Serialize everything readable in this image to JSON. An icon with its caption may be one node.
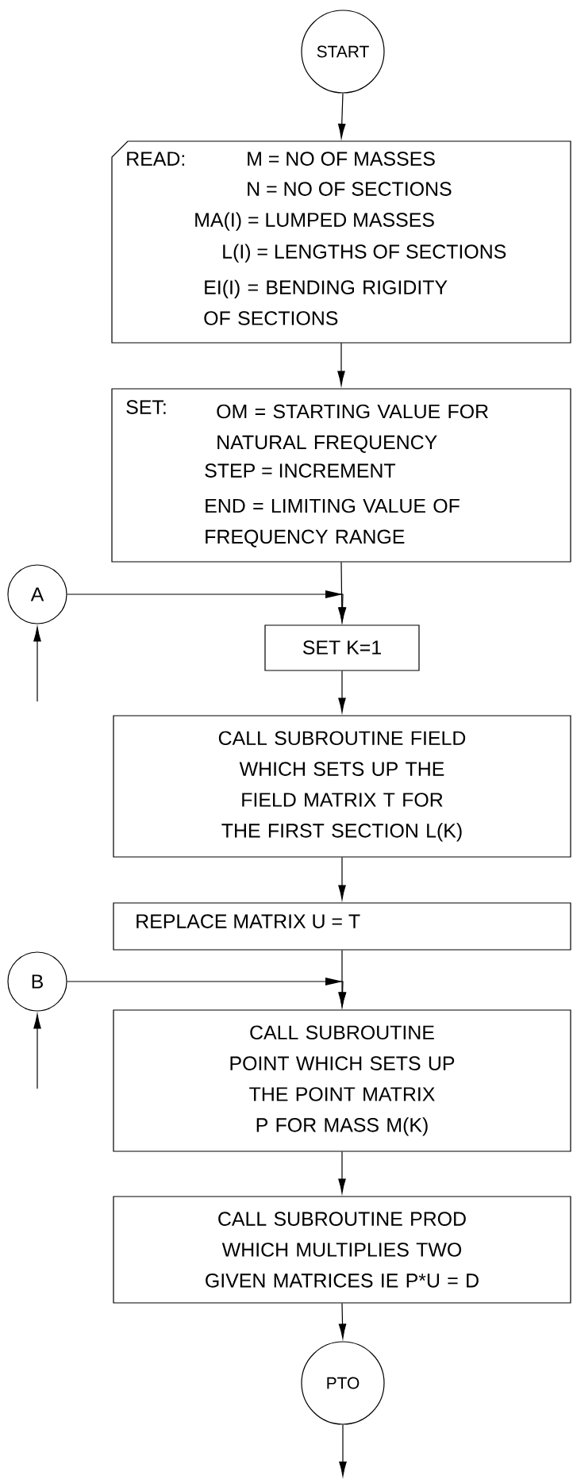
{
  "diagram": {
    "nodes": [
      {
        "text": [
          "START"
        ]
      },
      {
        "text": [
          "READ:",
          "M = NO OF MASSES",
          "N = NO OF SECTIONS",
          "MA(I) = LUMPED MASSES",
          "L(I) = LENGTHS OF SECTIONS",
          "EI(I) = BENDING RIGIDITY OF SECTIONS"
        ]
      },
      {
        "text": [
          "SET:",
          "OM = STARTING VALUE FOR NATURAL FREQUENCY",
          "STEP = INCREMENT",
          "END = LIMITING VALUE OF FREQUENCY RANGE"
        ]
      },
      {
        "text": [
          "A"
        ]
      },
      {
        "text": [
          "SET K=1"
        ]
      },
      {
        "text": [
          "CALL SUBROUTINE FIELD WHICH SETS UP THE FIELD MATRIX T FOR THE FIRST SECTION L(K)"
        ]
      },
      {
        "text": [
          "REPLACE MATRIX U = T"
        ]
      },
      {
        "text": [
          "B"
        ]
      },
      {
        "text": [
          "CALL SUBROUTINE POINT WHICH SETS UP THE POINT MATRIX P FOR MASS M(K)"
        ]
      },
      {
        "text": [
          "CALL SUBROUTINE PROD WHICH MULTIPLIES TWO GIVEN MATRICES IE P*U = D"
        ]
      },
      {
        "text": [
          "PTO"
        ]
      }
    ],
    "edges": [
      {
        "from": 0,
        "to": 1,
        "arrow": "to"
      },
      {
        "from": 1,
        "to": 2,
        "arrow": "to"
      },
      {
        "from": 2,
        "to": 4,
        "arrow": "to"
      },
      {
        "from": 3,
        "to": 4,
        "arrow": "to"
      },
      {
        "from": null,
        "to": 3,
        "arrow": "to"
      },
      {
        "from": 4,
        "to": 5,
        "arrow": "to"
      },
      {
        "from": 5,
        "to": 6,
        "arrow": "to"
      },
      {
        "from": 6,
        "to": 8,
        "arrow": "to"
      },
      {
        "from": 7,
        "to": 8,
        "arrow": "to"
      },
      {
        "from": null,
        "to": 7,
        "arrow": "to"
      },
      {
        "from": 8,
        "to": 9,
        "arrow": "to"
      },
      {
        "from": 9,
        "to": 10,
        "arrow": "to"
      },
      {
        "from": 10,
        "to": null,
        "arrow": "to"
      }
    ]
  }
}
